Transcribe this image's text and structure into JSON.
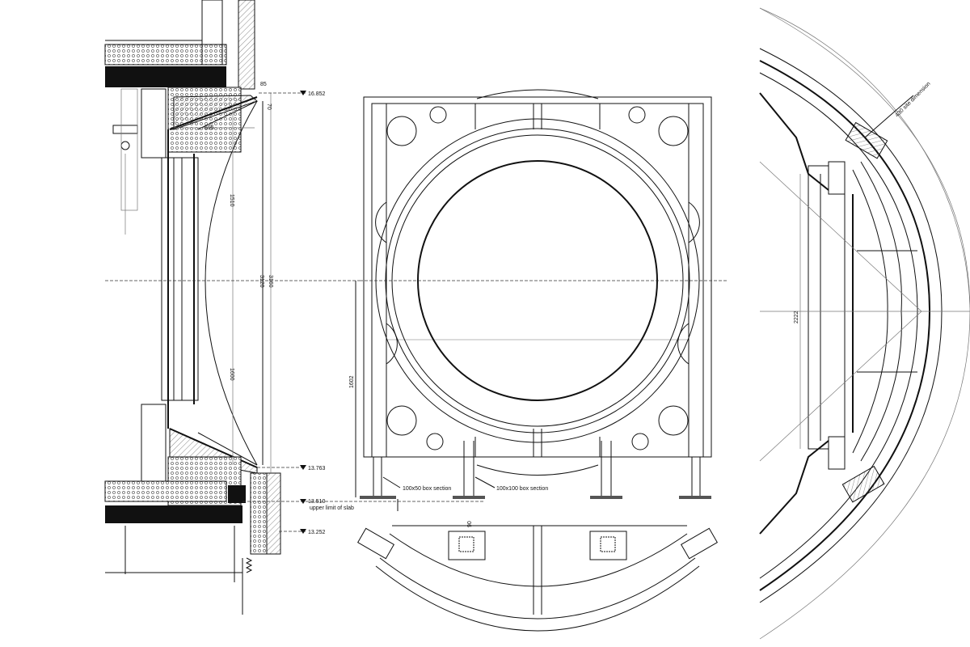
{
  "section": {
    "dims": {
      "d85": "85",
      "d70": "70",
      "d695": "695",
      "d1510": "1510",
      "d1600": "1600",
      "d3120": "3120",
      "d3160": "3160"
    },
    "levels": {
      "top": "16.852",
      "l1": "13.763",
      "l2": "13.510",
      "l2_note": "upper limit of slab",
      "l3": "13.252"
    }
  },
  "elevation": {
    "dim_height": "1602",
    "label_a": "100x50 box section",
    "label_b": "100x100 box section",
    "dim_plate": "90"
  },
  "plan": {
    "site_note": "430 site dimension",
    "dim_width": "2222"
  }
}
